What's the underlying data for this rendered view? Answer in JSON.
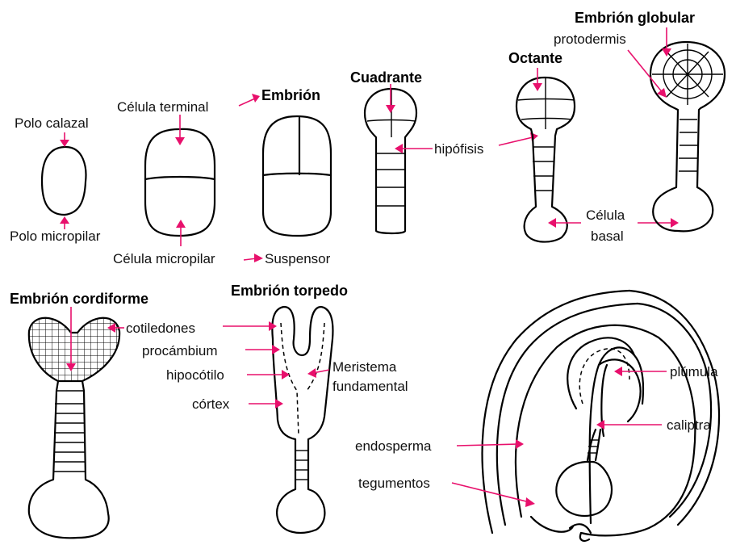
{
  "colors": {
    "arrow": "#e8106c",
    "ink": "#000000",
    "background": "#ffffff"
  },
  "titles": {
    "embrion": "Embrión",
    "cuadrante": "Cuadrante",
    "octante": "Octante",
    "globular": "Embrión globular",
    "cordiforme": "Embrión cordiforme",
    "torpedo": "Embrión torpedo"
  },
  "labels": {
    "polo_calazal": "Polo calazal",
    "polo_micropilar": "Polo micropilar",
    "celula_terminal": "Célula terminal",
    "celula_micropilar": "Célula micropilar",
    "suspensor": "Suspensor",
    "hipofisis": "hipófisis",
    "protodermis": "protodermis",
    "celula_basal_1": "Célula",
    "celula_basal_2": "basal",
    "cotiledones": "cotiledones",
    "procambium": "procámbium",
    "hipocotilo": "hipocótilo",
    "cortex": "córtex",
    "meristema_1": "Meristema",
    "meristema_2": "fundamental",
    "plumula": "plúmula",
    "caliptra": "caliptra",
    "endosperma": "endosperma",
    "tegumentos": "tegumentos"
  }
}
